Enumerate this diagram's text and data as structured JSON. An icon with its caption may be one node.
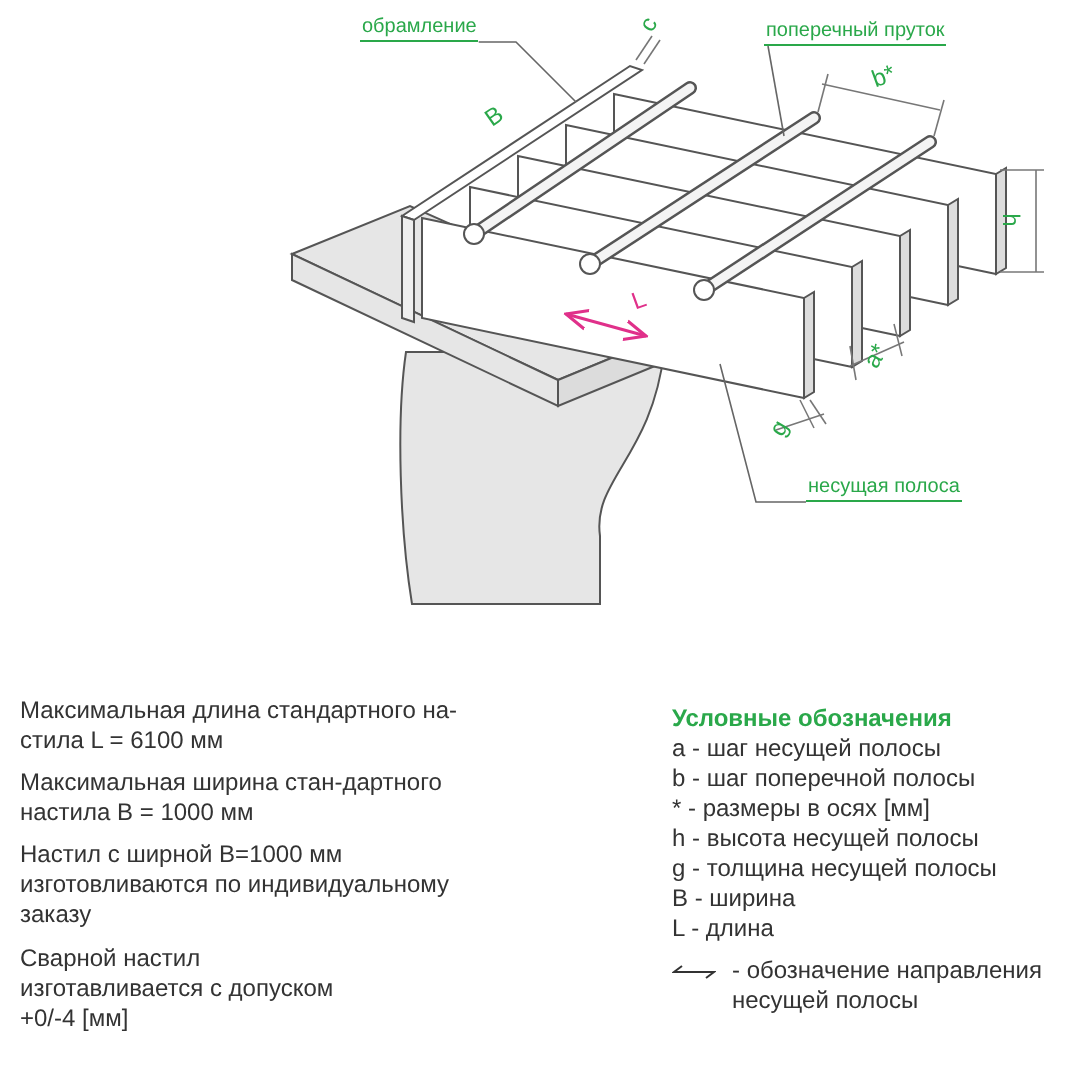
{
  "diagram": {
    "nodes": [
      {
        "text": [
          "обрамление"
        ]
      },
      {
        "text": [],
        "shape": "bar"
      },
      {
        "text": [
          "поперечный пруток"
        ]
      },
      {
        "text": [],
        "shape": "bar"
      },
      {
        "text": [
          "несущая полоса"
        ]
      },
      {
        "text": [],
        "shape": "bar"
      }
    ],
    "edges": [
      {
        "from": 0,
        "to": 1,
        "arrow": "none"
      },
      {
        "from": 2,
        "to": 3,
        "arrow": "none"
      },
      {
        "from": 4,
        "to": 5,
        "arrow": "none"
      }
    ],
    "labels": [
      "c",
      "B",
      "b*",
      "h",
      "L",
      "a*",
      "g",
      "Максимальная длина стандартного на-стила L = 6100 мм",
      "Максимальная ширина стан-дартного настила B = 1000 мм",
      "Настил с ширной B=1000 мм изготовливаются по индивидуальному заказу",
      "Сварной настил изготавливается с допуском +0/-4 [мм]",
      "Условные обозначения",
      "a - шаг несущей полосы",
      "b - шаг поперечной полосы",
      "* - размеры в осях [мм]",
      "h - высота несущей полосы",
      "g - толщина несущей полосы",
      "B - ширина",
      "L - длина"
    ],
    "legend": [
      {
        "text": "- обозначение направления несущей полосы"
      }
    ]
  }
}
